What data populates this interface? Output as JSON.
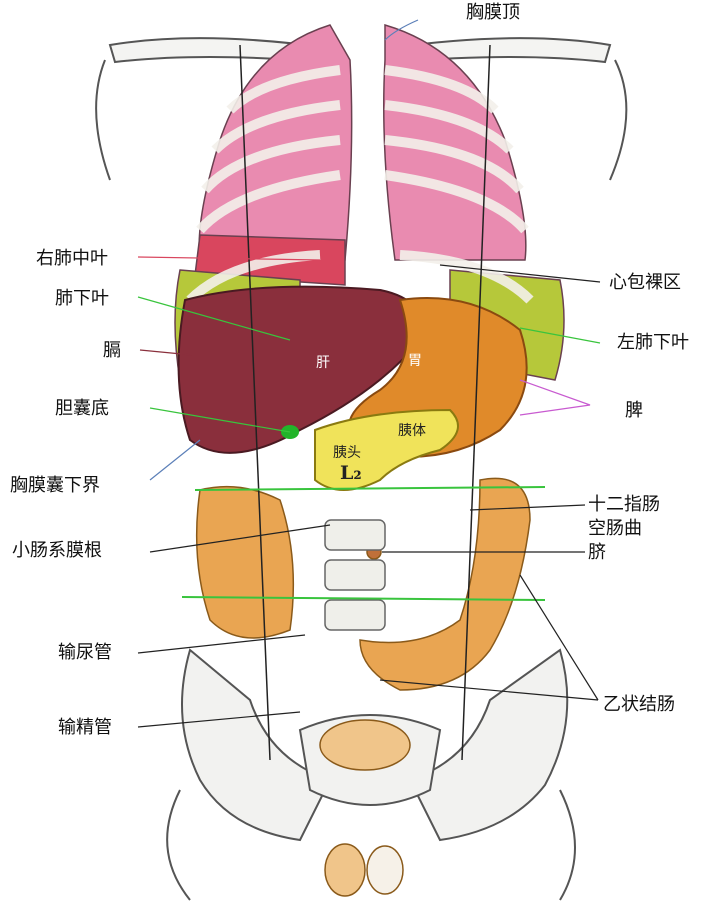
{
  "labels": {
    "pleura_apex": "胸膜顶",
    "right_middle_lobe": "右肺中叶",
    "lower_lobe": "肺下叶",
    "diaphragm": "膈",
    "gallbladder_fundus": "胆囊底",
    "pleura_lower_border": "胸膜囊下界",
    "mesentery_root": "小肠系膜根",
    "ureter": "输尿管",
    "vas_deferens": "输精管",
    "bare_pericardium": "心包裸区",
    "left_lower_lobe": "左肺下叶",
    "spleen": "脾",
    "duodenojejunal_flexure_1": "十二指肠",
    "duodenojejunal_flexure_2": "空肠曲",
    "umbilicus": "脐",
    "sigmoid_colon": "乙状结肠",
    "liver": "肝",
    "stomach": "胃",
    "pancreas_head": "胰头",
    "pancreas_body": "胰体",
    "vertebra_l2": "L₂"
  },
  "colors": {
    "lung": "#e98bb0",
    "lung_middle": "#d9465e",
    "lung_lower": "#b6c83a",
    "liver": "#8a2f3c",
    "stomach": "#e08a2a",
    "pancreas": "#f0e35a",
    "intestine": "#e9a552",
    "pleura_line": "#5b7fb8",
    "plane_line": "#39c43d",
    "gallbladder": "#22b42a",
    "leader": "#222222",
    "bone_line": "#555555"
  }
}
